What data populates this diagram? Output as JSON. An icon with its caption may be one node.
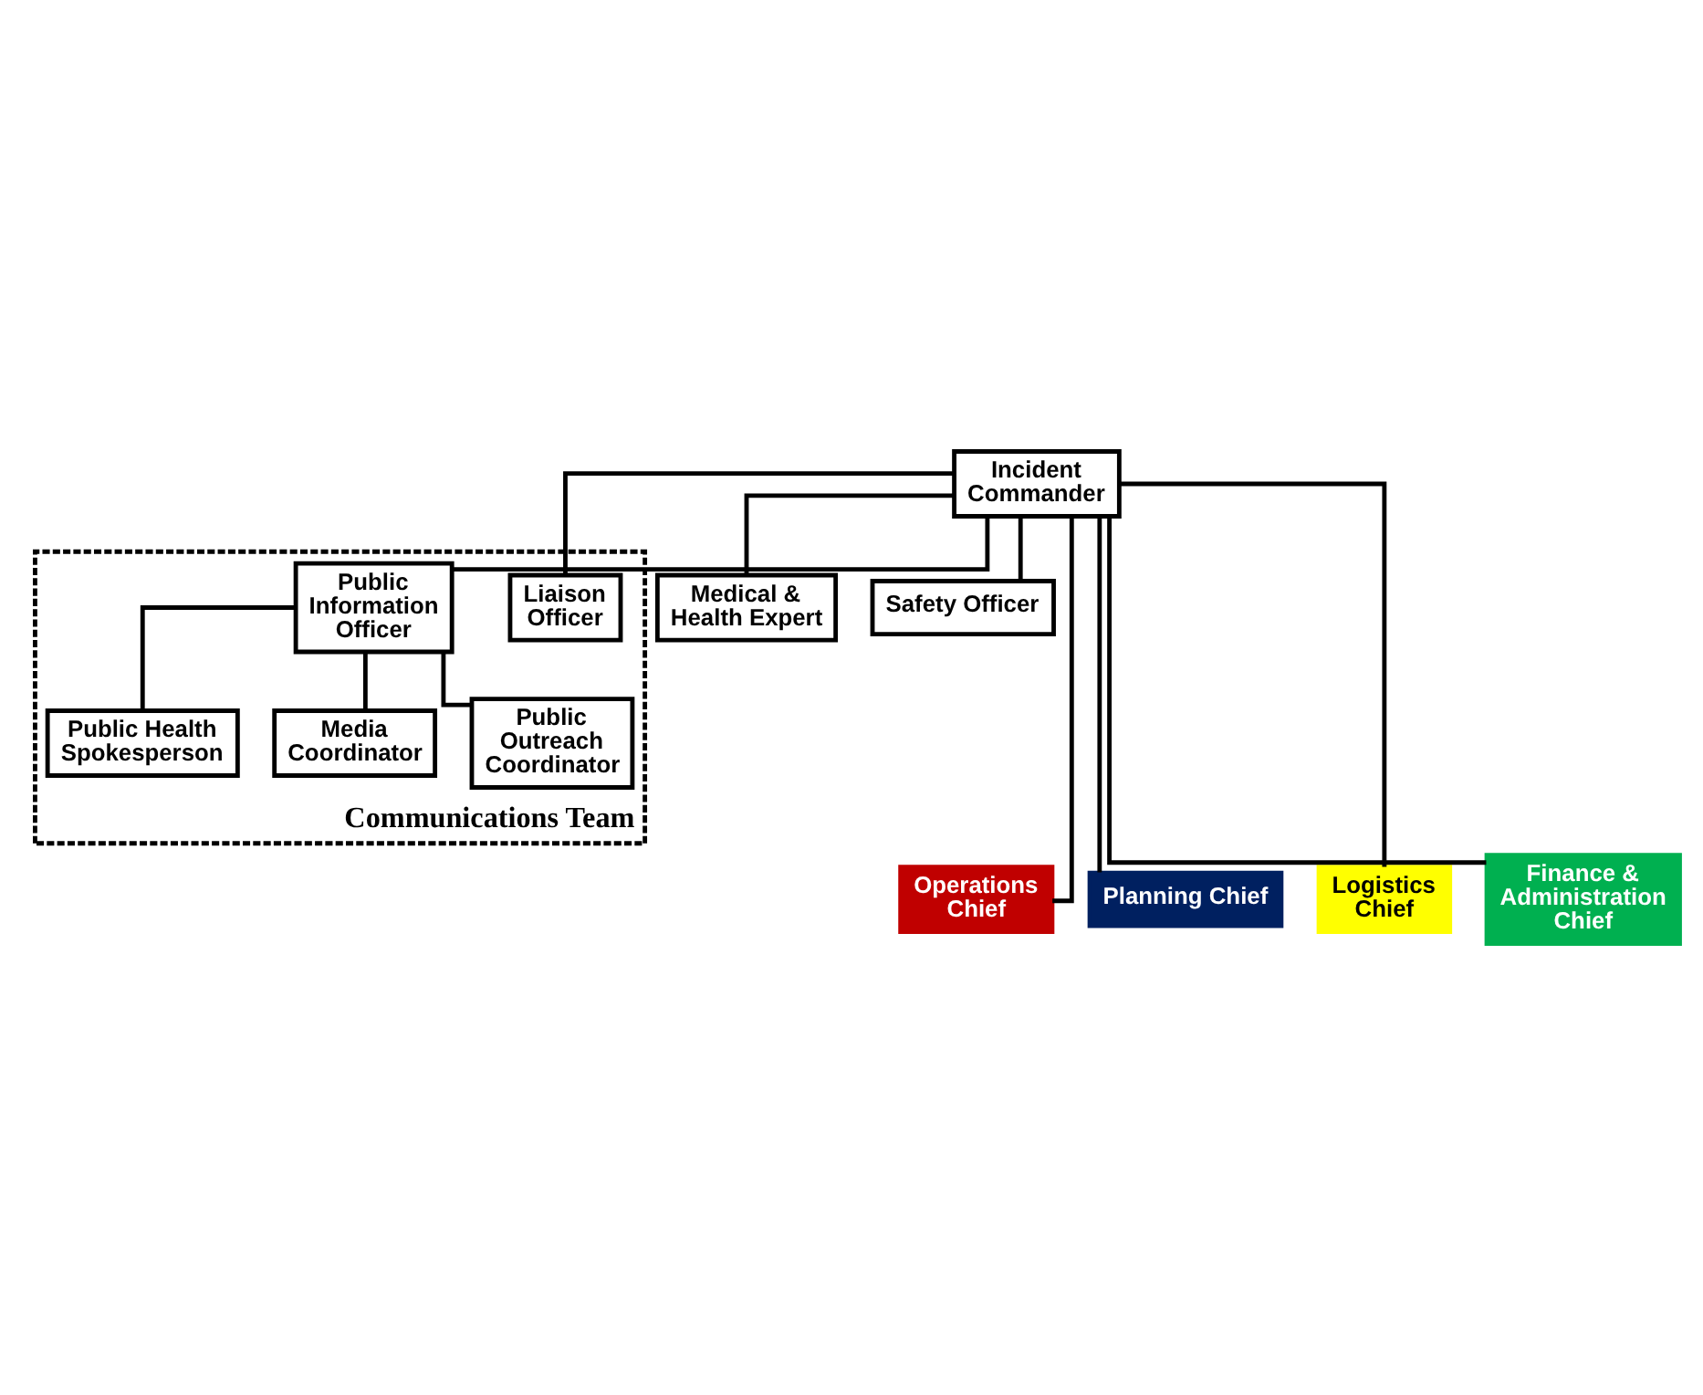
{
  "diagram": {
    "nodes": [
      {
        "text": [
          "Incident Commander"
        ]
      },
      {
        "text": [
          "Communications Team"
        ]
      },
      {
        "text": [
          "Medical & Health Expert"
        ]
      },
      {
        "text": [
          "Liaison Officer"
        ],
        "in": 1
      },
      {
        "text": [
          "Safety Officer"
        ]
      },
      {
        "text": [
          "Public Information Officer"
        ],
        "in": 1
      },
      {
        "text": [
          "Public Health Spokesperson"
        ],
        "in": 1
      },
      {
        "text": [
          "Media Coordinator"
        ],
        "in": 1
      },
      {
        "text": [
          "Public Outreach Coordinator"
        ],
        "in": 1
      },
      {
        "text": [
          "Operations Chief"
        ]
      },
      {
        "text": [
          "Planning Chief"
        ]
      },
      {
        "text": [
          "Logistics Chief"
        ]
      },
      {
        "text": [
          "Finance & Administration Chief"
        ]
      }
    ],
    "edges": [
      {
        "from": 0,
        "to": 2,
        "arrow": "none"
      },
      {
        "from": 0,
        "to": 3,
        "arrow": "none"
      },
      {
        "from": 0,
        "to": 4,
        "arrow": "none"
      },
      {
        "from": 0,
        "to": 5,
        "arrow": "none"
      },
      {
        "from": 5,
        "to": 6,
        "arrow": "none"
      },
      {
        "from": 5,
        "to": 7,
        "arrow": "none"
      },
      {
        "from": 5,
        "to": 8,
        "arrow": "none"
      },
      {
        "from": 0,
        "to": 9,
        "arrow": "none"
      },
      {
        "from": 0,
        "to": 10,
        "arrow": "none"
      },
      {
        "from": 0,
        "to": 11,
        "arrow": "none"
      },
      {
        "from": 0,
        "to": 12,
        "arrow": "none"
      }
    ]
  }
}
